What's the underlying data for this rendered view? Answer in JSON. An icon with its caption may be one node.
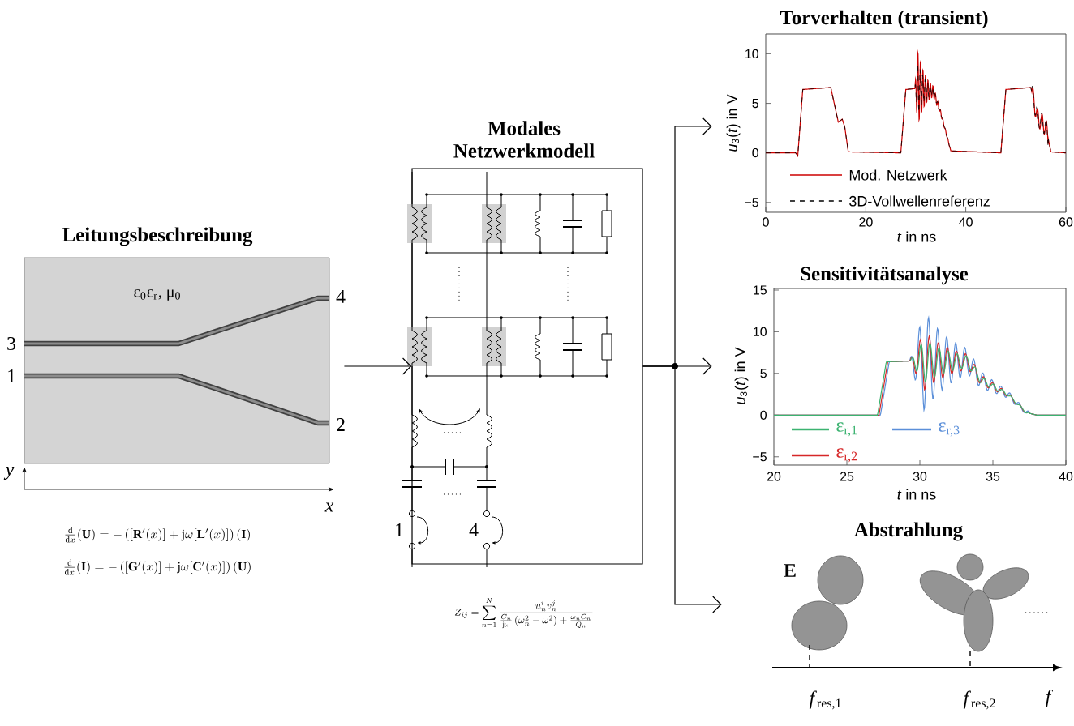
{
  "diagram": {
    "nodes": [
      {
        "text": [
          "Leitungsbeschreibung",
          "ε$_{0}$ε$_{r}$, μ$_{0}$"
        ],
        "beside": [
          "3",
          "1",
          "4",
          "2"
        ]
      },
      {
        "text": [
          "Modales Netzwerkmodell",
          "1",
          "4"
        ]
      },
      {
        "text": [
          "Torverhalten (transient)"
        ]
      },
      {
        "text": [
          "Sensitivitätsanalyse"
        ]
      },
      {
        "text": [
          "Abstrahlung"
        ]
      }
    ],
    "edges": [
      {
        "from": 0,
        "to": 1,
        "arrow": "to"
      },
      {
        "from": 1,
        "to": 2,
        "arrow": "to"
      },
      {
        "from": 1,
        "to": 3,
        "arrow": "to"
      },
      {
        "from": 1,
        "to": 4,
        "arrow": "to"
      }
    ],
    "labels": [
      "y",
      "x",
      "\\frac{\\mathrm{d}}{\\mathrm{d}x}(\\mathbf{U})=-\\left([\\mathbf{R}'(x)]+\\mathrm{j}\\omega[\\mathbf{L}'(x)]\\right)(\\mathbf{I})",
      "\\frac{\\mathrm{d}}{\\mathrm{d}x}(\\mathbf{I})=-\\left([\\mathbf{G}'(x)]+\\mathrm{j}\\omega[\\mathbf{C}'(x)]\\right)(\\mathbf{U})",
      "Z_{ij}=\\sum_{n=1}^{N}\\frac{u_n^i v_n^j}{\\frac{C_n}{\\mathrm{j}\\omega}\\left(\\omega_n^2-\\omega^2\\right)+\\frac{\\omega_n C_n}{Q_n}}",
      "10",
      "5",
      "0",
      "−5",
      "0",
      "20",
      "40",
      "60",
      "*u*$_{3}$(*t*) in V",
      "*t* in ns",
      "15",
      "10",
      "5",
      "0",
      "−5",
      "20",
      "25",
      "30",
      "35",
      "40",
      "*u*$_{3}$(*t*) in V",
      "*t* in ns",
      "E",
      "*f*$_{res,1}$",
      "*f*$_{res,2}$",
      "f"
    ],
    "legend": [
      {
        "text": "Mod. Netzwerk"
      },
      {
        "text": "3D-Vollwellenreferenz"
      },
      {
        "text": "ε$_{r,1}$"
      },
      {
        "text": "ε$_{r,2}$"
      },
      {
        "text": "ε$_{r,3}$"
      }
    ]
  }
}
